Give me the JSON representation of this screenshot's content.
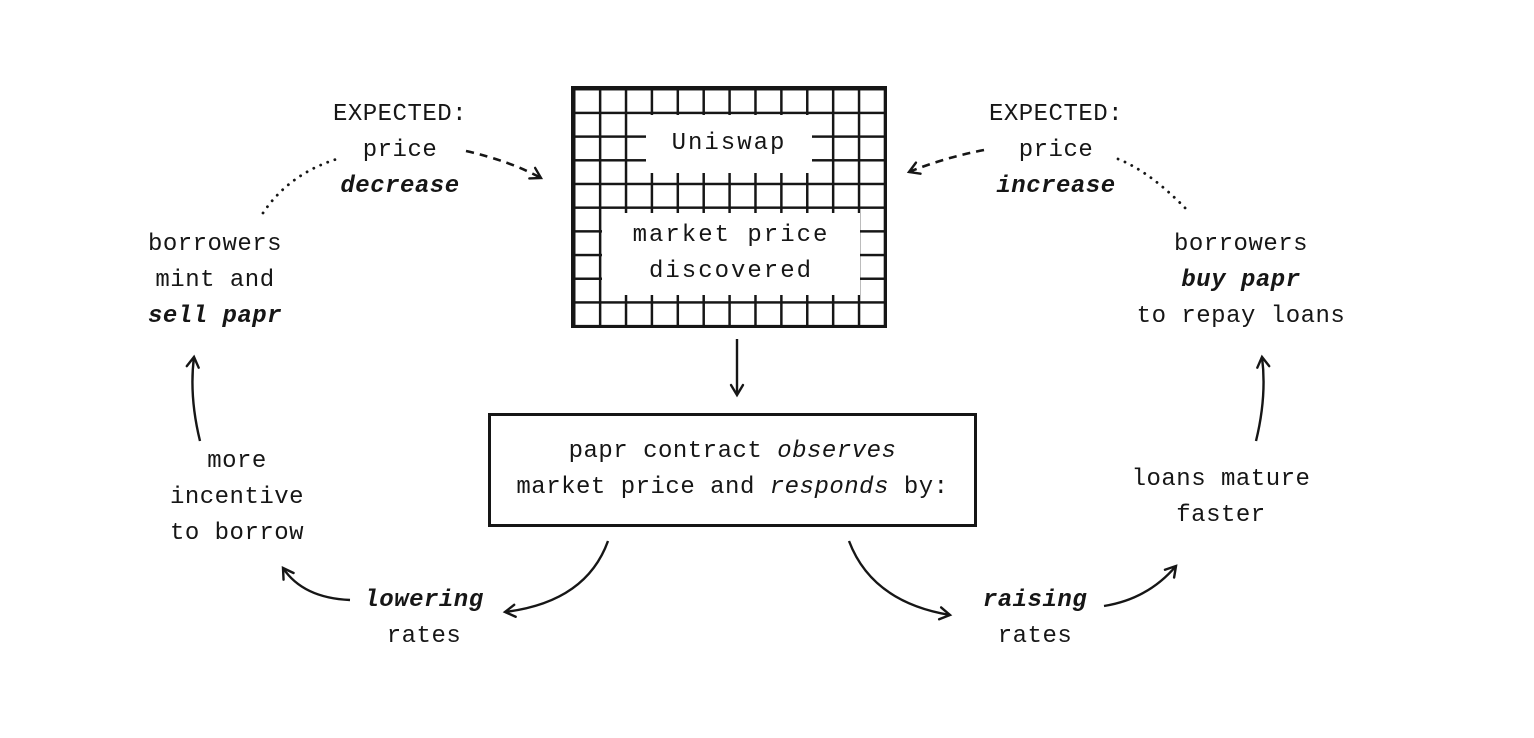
{
  "colors": {
    "ink": "#161616",
    "background": "#ffffff"
  },
  "uniswap_box": {
    "title": "Uniswap",
    "caption_line1": "market price",
    "caption_line2": "discovered"
  },
  "papr_box": {
    "line1_pre": "papr contract ",
    "line1_italic": "observes",
    "line2_pre": "market price and ",
    "line2_italic": "responds",
    "line2_post": " by:"
  },
  "expected_left": {
    "line1": "EXPECTED:",
    "line2": "price",
    "line3": "decrease"
  },
  "expected_right": {
    "line1": "EXPECTED:",
    "line2": "price",
    "line3": "increase"
  },
  "borrowers_left": {
    "line1": "borrowers",
    "line2": "mint and",
    "line3": "sell papr"
  },
  "borrowers_right": {
    "line1": "borrowers",
    "line2": "buy papr",
    "line3": "to repay loans"
  },
  "incentive_left": {
    "line1": "more",
    "line2": "incentive",
    "line3": "to borrow"
  },
  "loans_right": {
    "line1": "loans mature",
    "line2": "faster"
  },
  "lowering": {
    "line1": "lowering",
    "line2": "rates"
  },
  "raising": {
    "line1": "raising",
    "line2": "rates"
  }
}
